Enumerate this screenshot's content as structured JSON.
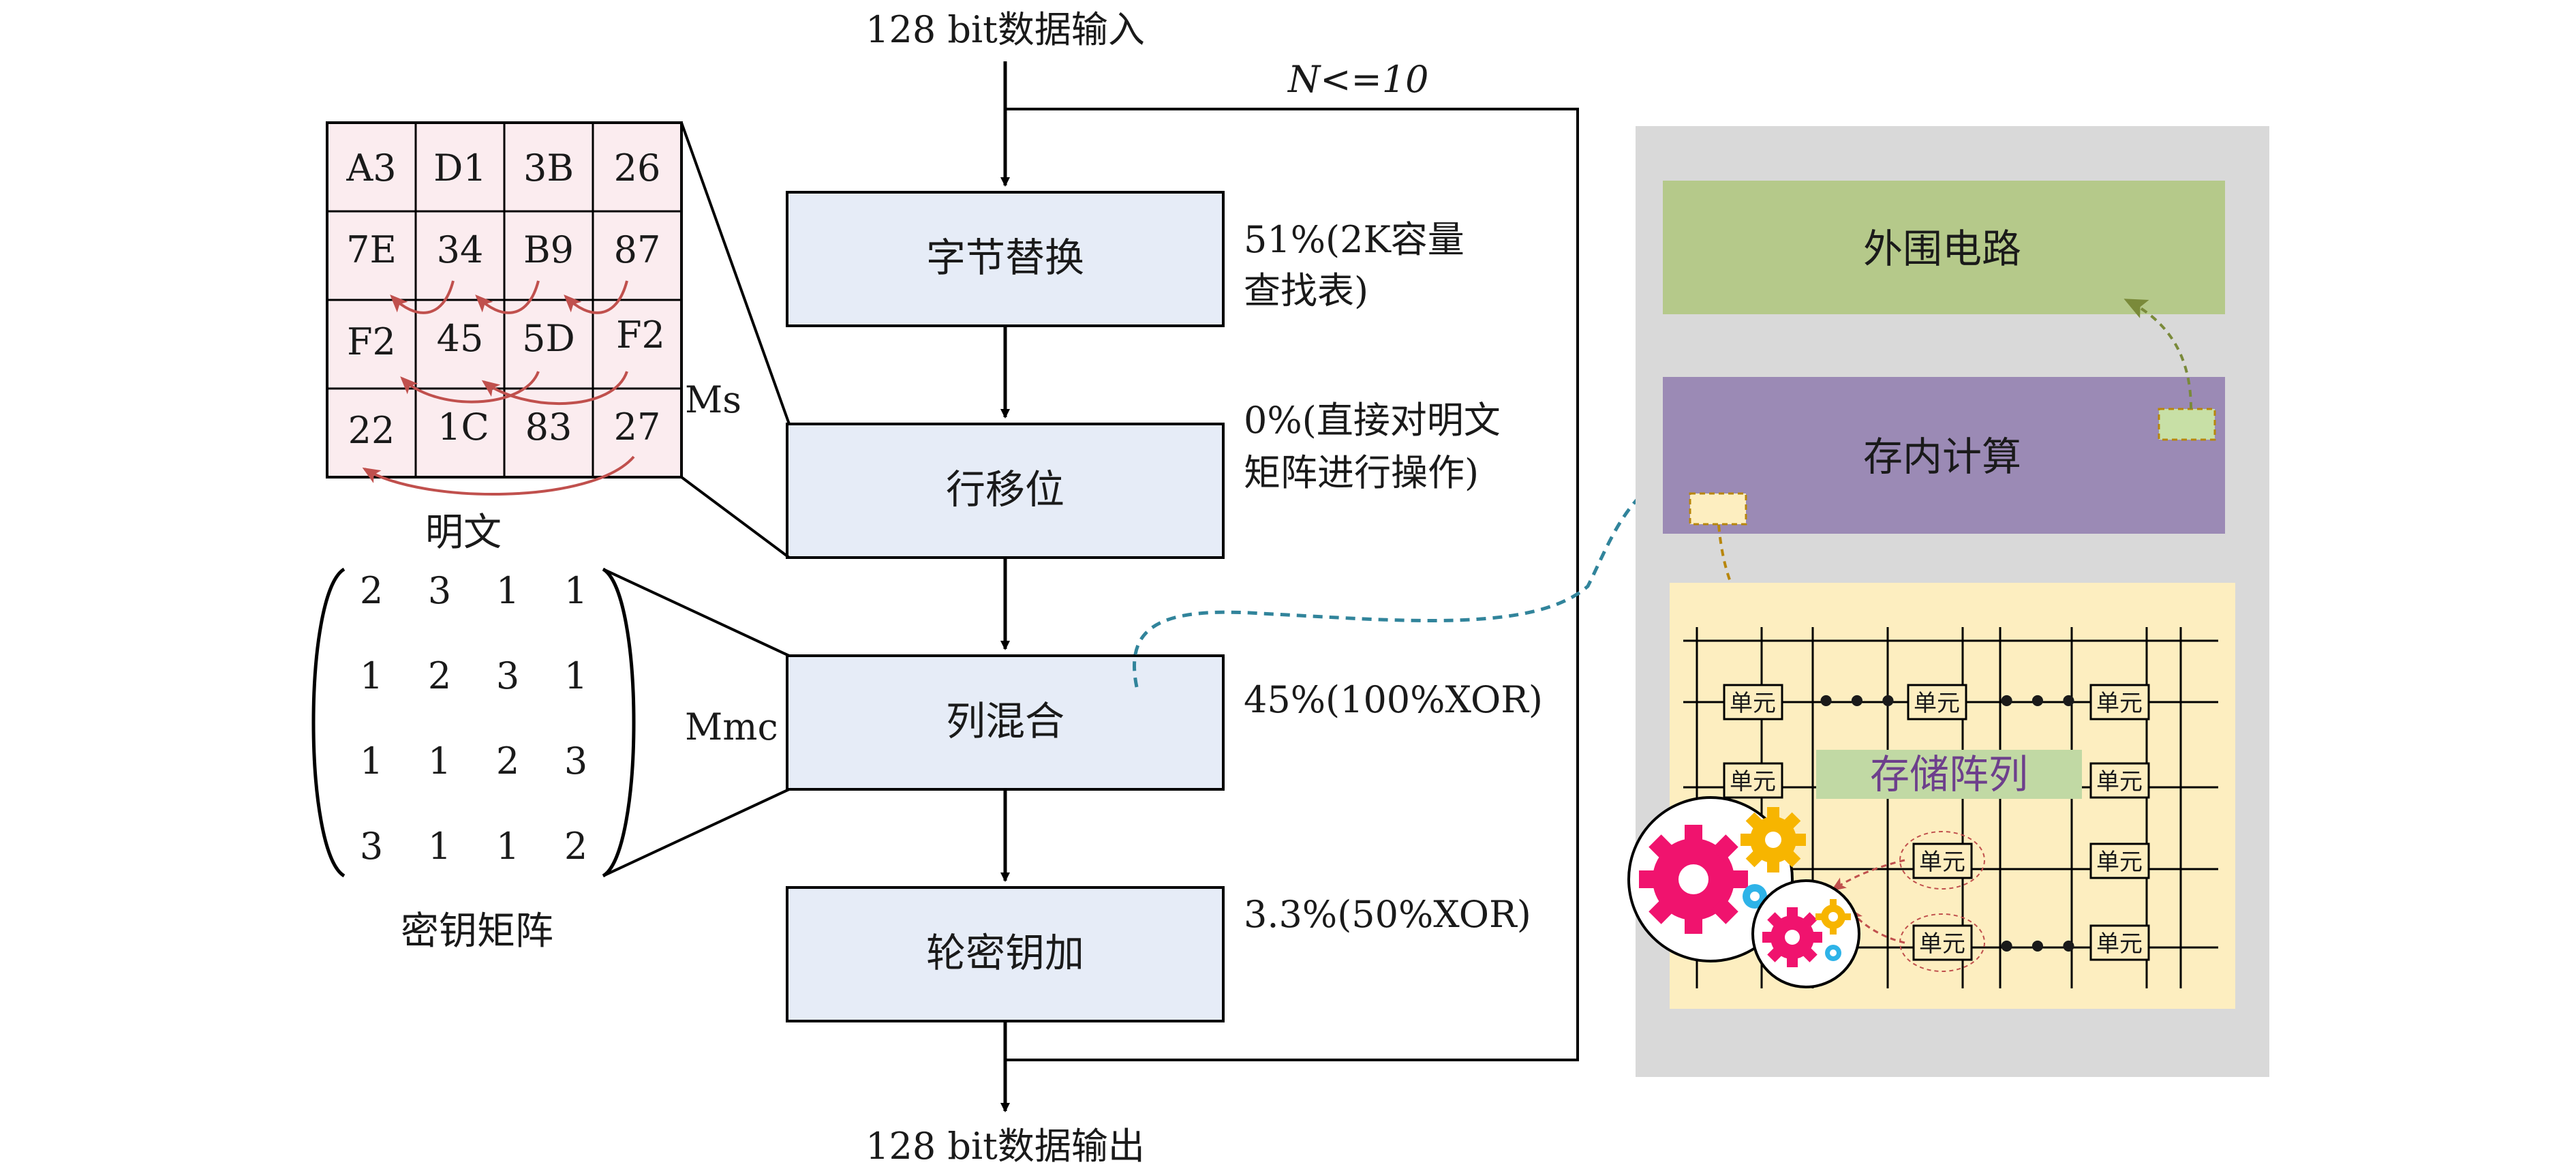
{
  "flow": {
    "input_label": "128 bit数据输入",
    "output_label": "128 bit数据输出",
    "loop_label": "N<=10",
    "steps": [
      {
        "label": "字节替换",
        "note_line1": "51%(2K容量",
        "note_line2": "查找表)"
      },
      {
        "label": "行移位",
        "note_line1": "0%(直接对明文",
        "note_line2": "矩阵进行操作)"
      },
      {
        "label": "列混合",
        "note_line1": "45%(100%XOR)",
        "note_line2": ""
      },
      {
        "label": "轮密钥加",
        "note_line1": "3.3%(50%XOR)",
        "note_line2": ""
      }
    ]
  },
  "plaintext": {
    "caption": "明文",
    "side_label": "Ms",
    "rows": [
      [
        "A3",
        "D1",
        "3B",
        "26"
      ],
      [
        "7E",
        "34",
        "B9",
        "87"
      ],
      [
        "F2",
        "45",
        "5D",
        "F2"
      ],
      [
        "22",
        "1C",
        "83",
        "27"
      ]
    ]
  },
  "key_matrix": {
    "caption": "密钥矩阵",
    "side_label": "Mmc",
    "rows": [
      [
        "2",
        "3",
        "1",
        "1"
      ],
      [
        "1",
        "2",
        "3",
        "1"
      ],
      [
        "1",
        "1",
        "2",
        "3"
      ],
      [
        "3",
        "1",
        "1",
        "2"
      ]
    ]
  },
  "hardware": {
    "peripheral_label": "外围电路",
    "cim_label": "存内计算",
    "array_label": "存储阵列",
    "cell_label": "单元",
    "ellipsis": "• • •",
    "colors": {
      "panel": "#d9d9d9",
      "peripheral": "#b5c98a",
      "cim": "#9b8ab5",
      "array": "#fdeec0",
      "array_label_bg": "#c1d9a4",
      "step_box": "#e6ecf7",
      "plaintext_cell": "#fbecef",
      "arrow_red": "#c0504d",
      "arrow_teal": "#31849b",
      "arrow_gold": "#b8860b",
      "arrow_olive": "#7a8a3a",
      "gear_magenta": "#f0136e",
      "gear_yellow": "#f7b500",
      "gear_cyan": "#2eb3e8"
    }
  }
}
